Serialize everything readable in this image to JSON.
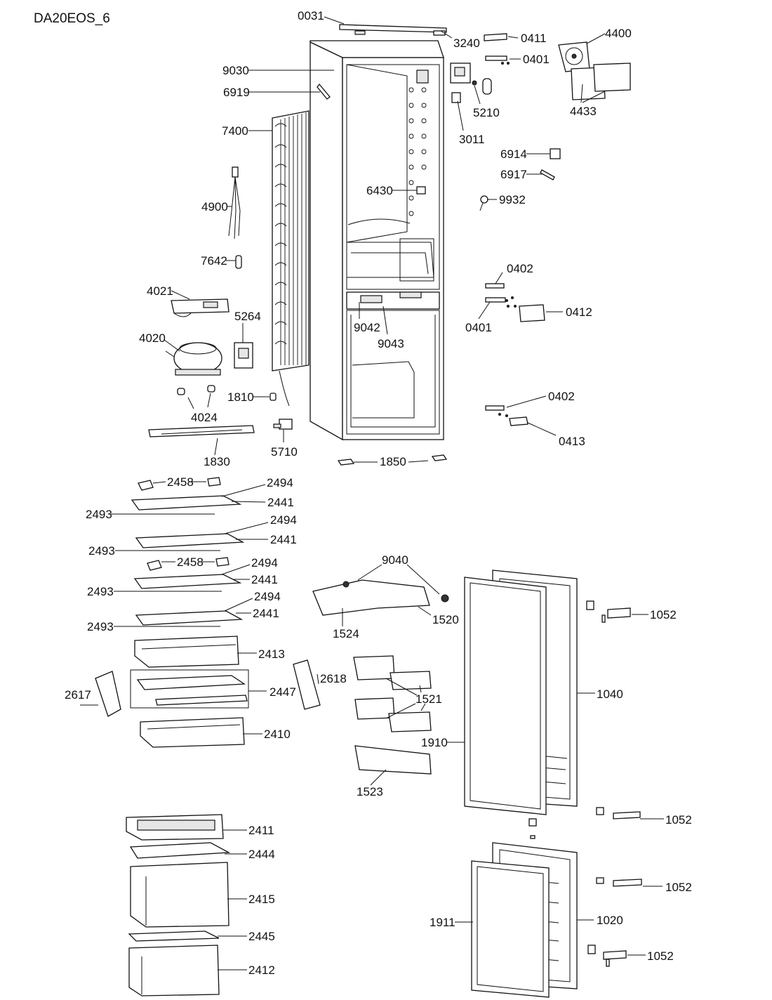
{
  "title": "DA20EOS_6",
  "labels": {
    "p0031": "0031",
    "p3240": "3240",
    "p0411": "0411",
    "p4400": "4400",
    "p0401a": "0401",
    "p9030": "9030",
    "p6919": "6919",
    "p5210": "5210",
    "p4433": "4433",
    "p3011": "3011",
    "p7400": "7400",
    "p6914": "6914",
    "p6917": "6917",
    "p6430": "6430",
    "p9932": "9932",
    "p4900": "4900",
    "p7642": "7642",
    "p0402a": "0402",
    "p4021": "4021",
    "p0412": "0412",
    "p5264": "5264",
    "p9042": "9042",
    "p0401b": "0401",
    "p9043": "9043",
    "p4020": "4020",
    "p0402b": "0402",
    "p1810": "1810",
    "p4024": "4024",
    "p0413": "0413",
    "p5710": "5710",
    "p1830": "1830",
    "p1850": "1850",
    "p2458a": "2458",
    "p2494a": "2494",
    "p2441a": "2441",
    "p2493a": "2493",
    "p2494b": "2494",
    "p2441b": "2441",
    "p2493b": "2493",
    "p2458b": "2458",
    "p2494c": "2494",
    "p9040": "9040",
    "p2441c": "2441",
    "p2493c": "2493",
    "p2494d": "2494",
    "p2441d": "2441",
    "p1052a": "1052",
    "p1520": "1520",
    "p2493d": "2493",
    "p1524": "1524",
    "p2413": "2413",
    "p2618": "2618",
    "p1521": "1521",
    "p1040": "1040",
    "p2617": "2617",
    "p2447": "2447",
    "p2410": "2410",
    "p1910": "1910",
    "p1523": "1523",
    "p1052b": "1052",
    "p2411": "2411",
    "p2444": "2444",
    "p1052c": "1052",
    "p2415": "2415",
    "p1911": "1911",
    "p1020": "1020",
    "p2445": "2445",
    "p1052d": "1052",
    "p2412": "2412"
  }
}
